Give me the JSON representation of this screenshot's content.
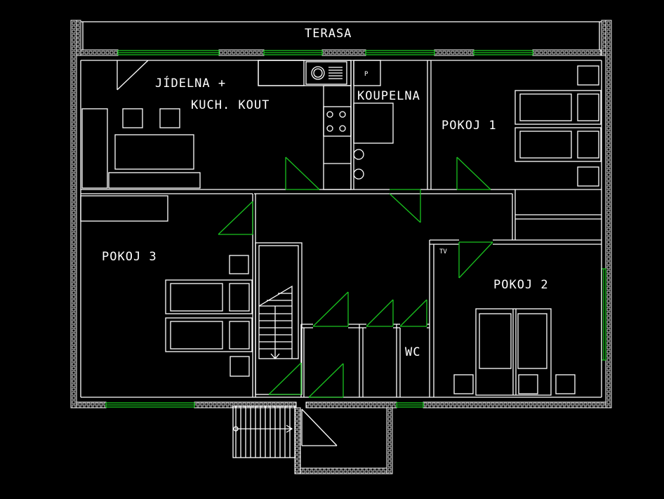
{
  "labels": {
    "terasa": "TERASA",
    "jidelna_1": "JÍDELNA +",
    "jidelna_2": "KUCH. KOUT",
    "koupelna": "KOUPELNA",
    "pokoj1": "POKOJ 1",
    "pokoj2": "POKOJ 2",
    "pokoj3": "POKOJ 3",
    "wc": "WC",
    "tv": "TV",
    "p": "P"
  },
  "colors": {
    "background": "#000000",
    "walls": "#ffffff",
    "doors_windows": "#19c21f"
  }
}
